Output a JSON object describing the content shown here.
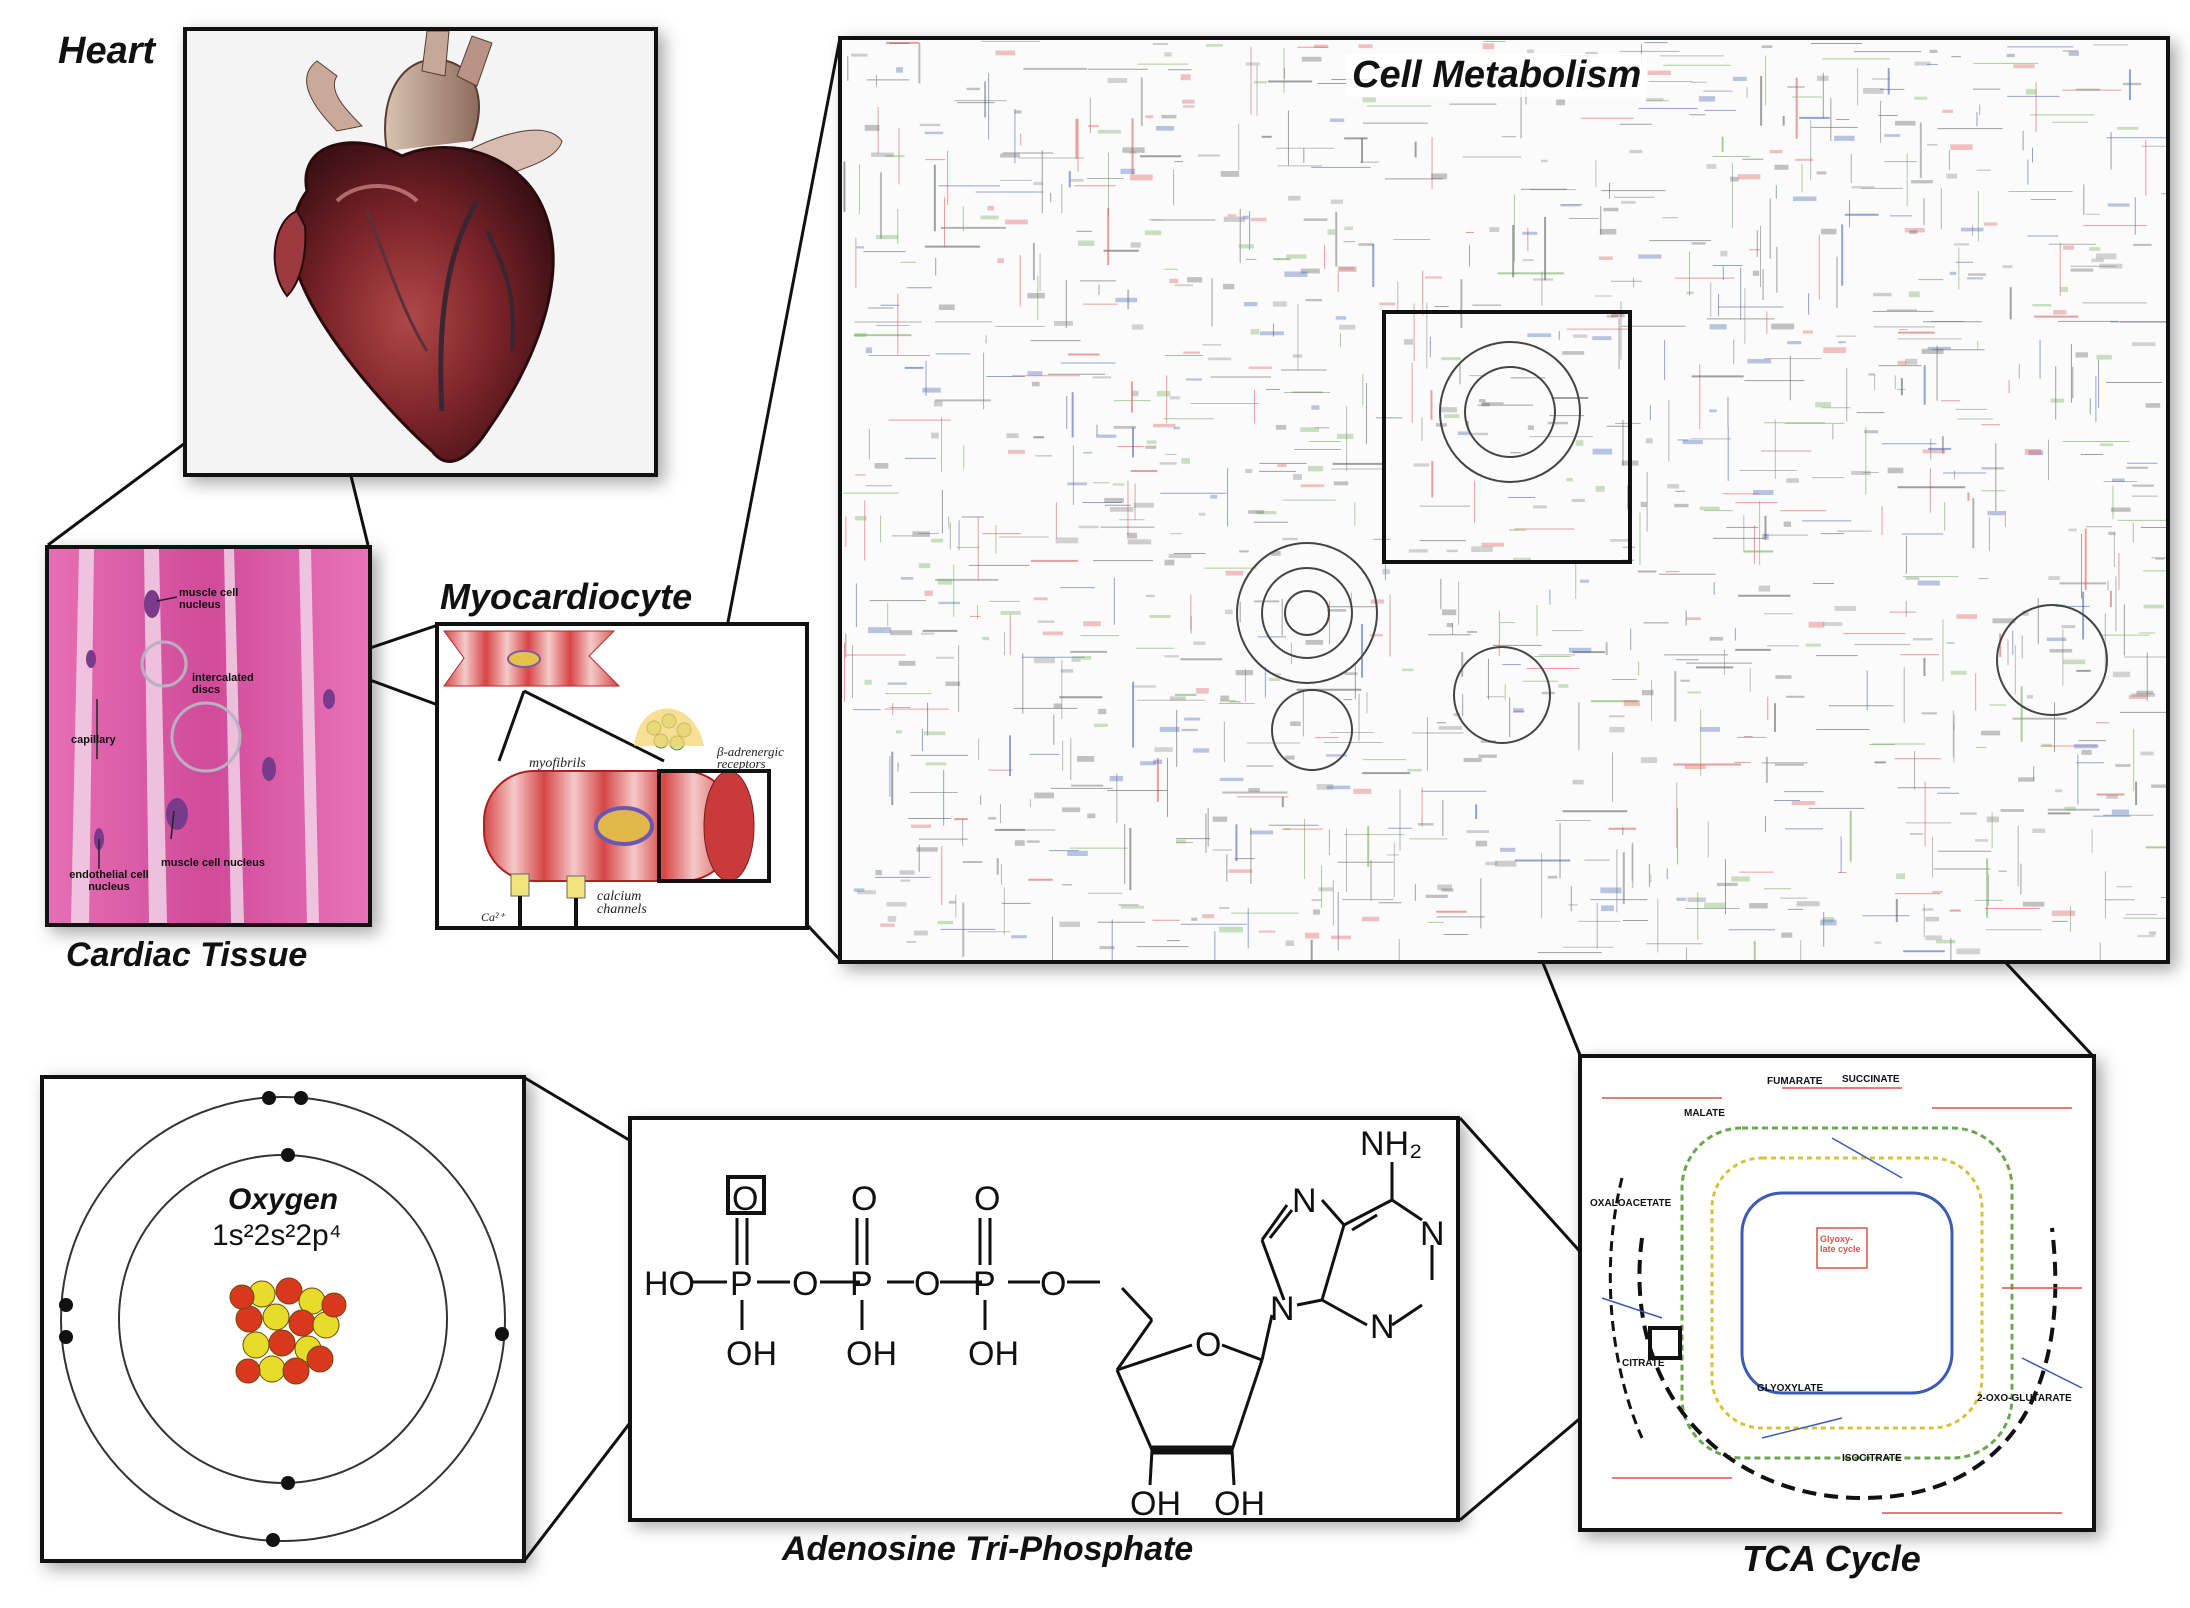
{
  "titles": {
    "heart": "Heart",
    "cell_metabolism": "Cell Metabolism",
    "cardiac_tissue": "Cardiac Tissue",
    "myocardiocyte": "Myocardiocyte",
    "atp": "Adenosine Tri-Phosphate",
    "tca": "TCA Cycle"
  },
  "tissue_labels": {
    "muscle_cell_nucleus_top": "muscle cell nucleus",
    "intercalated_discs": "intercalated discs",
    "capillary": "capillary",
    "endothelial_cell_nucleus": "endothelial cell nucleus",
    "muscle_cell_nucleus_bottom": "muscle cell nucleus"
  },
  "myocyte_labels": {
    "myofibrils": "myofibrils",
    "beta_receptors": "β-adrenergic receptors",
    "calcium_channels": "calcium channels",
    "ca_ion": "Ca²⁺"
  },
  "oxygen": {
    "name": "Oxygen",
    "config": "1s²2s²2p⁴"
  },
  "atp_atoms": {
    "nh2": "NH₂",
    "ho": "HO",
    "p": "P",
    "o": "O",
    "oh": "OH",
    "n": "N"
  },
  "tca_labels": {
    "succinate": "SUCCINATE",
    "fumarate": "FUMARATE",
    "malate": "MALATE",
    "oxaloacetate": "OXALOACETATE",
    "glyoxylate_cycle": "Glyoxy-late cycle",
    "isocitrate": "ISOCITRATE",
    "oxo_glutarate": "2-OXO-GLUTARATE",
    "citrate": "CITRATE",
    "glyoxylate": "GLYOXYLATE"
  },
  "colors": {
    "tissue_pink": "#e05aa8",
    "heart_red": "#8a2a2e",
    "line": "#111111",
    "map_red": "#d9534f",
    "map_blue": "#3b5bb5",
    "map_green": "#6aa84f"
  }
}
